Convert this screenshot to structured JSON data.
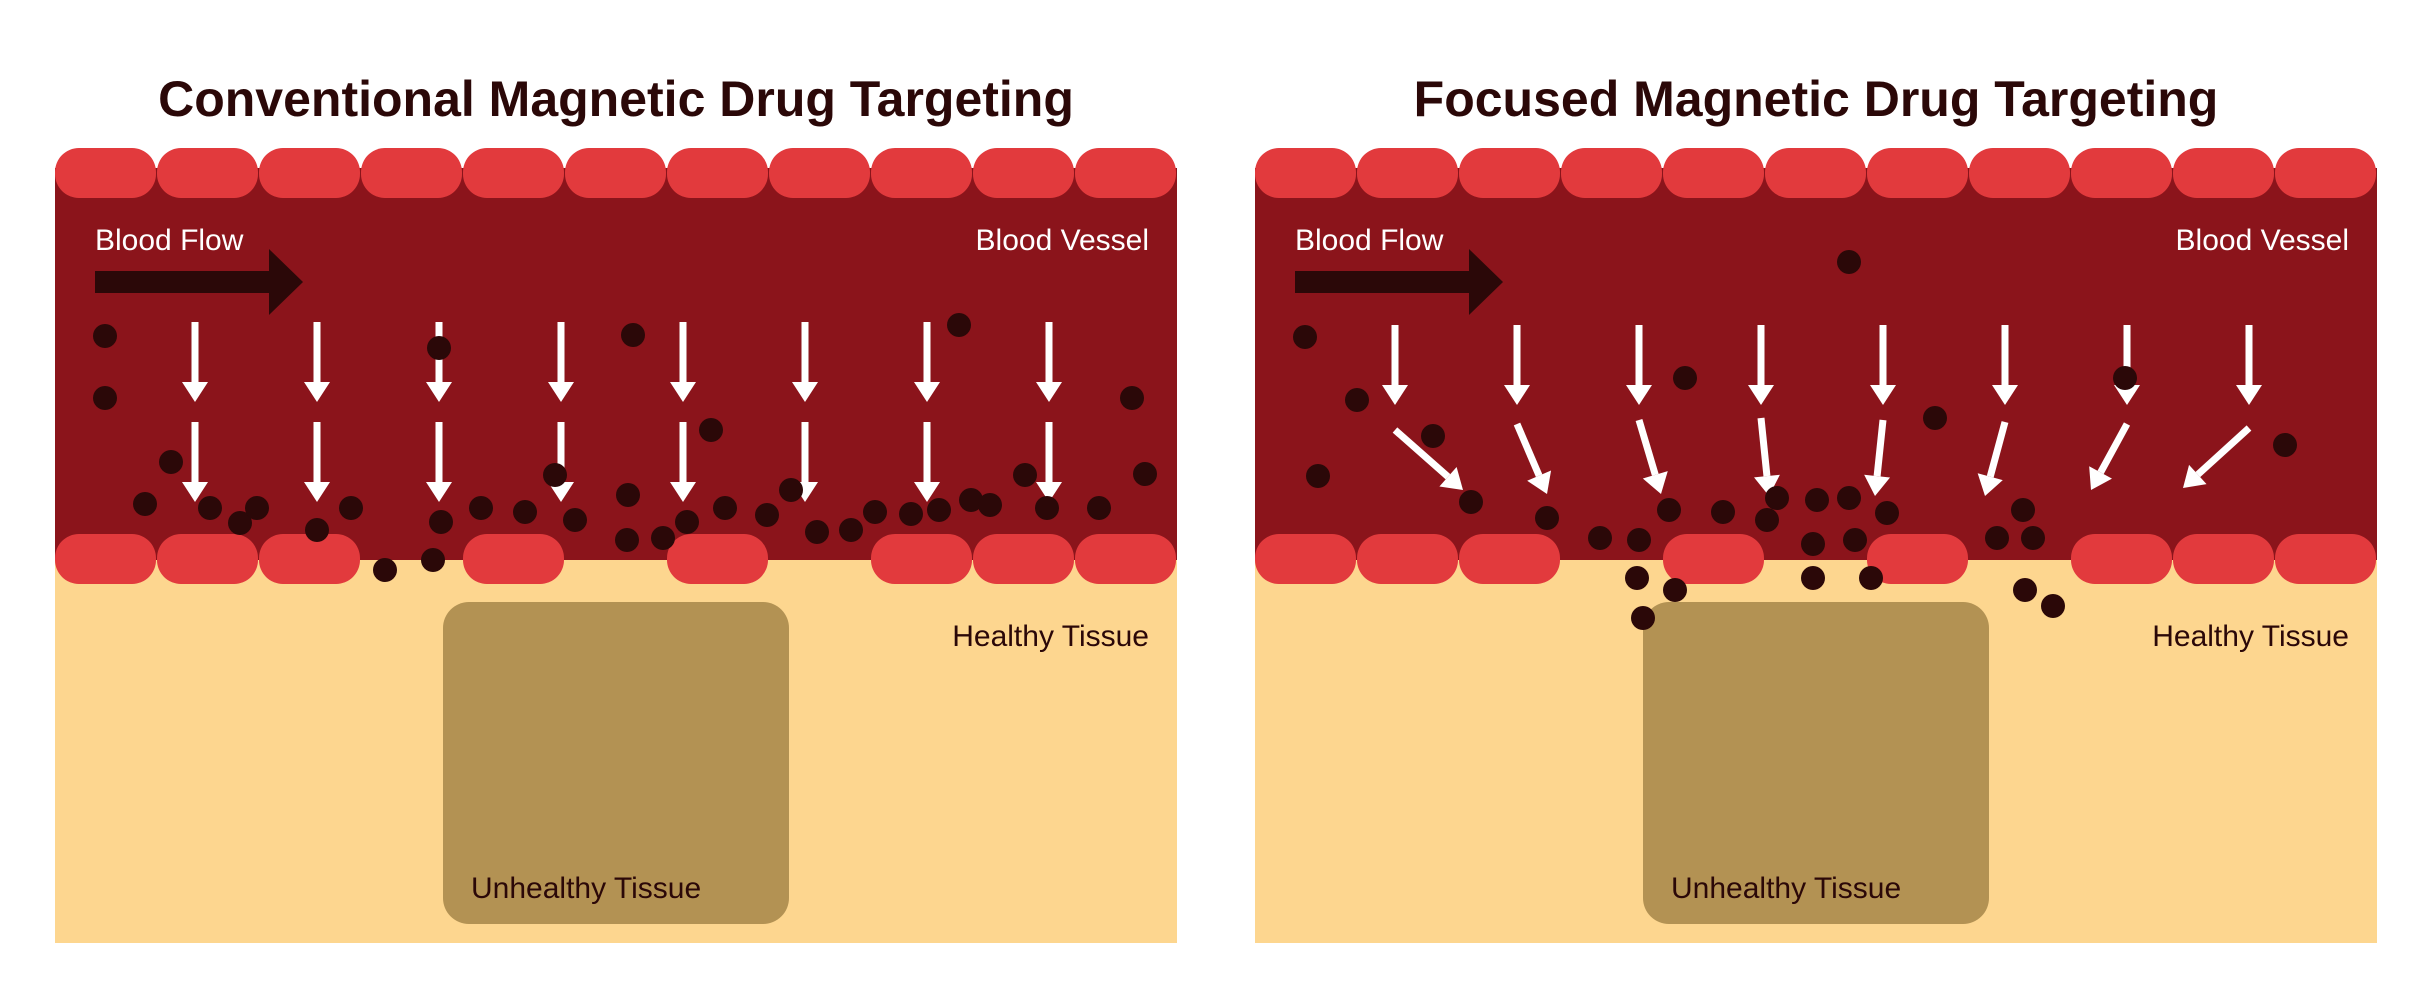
{
  "colors": {
    "background": "#ffffff",
    "vessel": "#8b141b",
    "cell": "#e23a3d",
    "healthy_tissue": "#fdd68f",
    "unhealthy_tissue": "#b39253",
    "particle": "#2b0808",
    "flow_arrow": "#2b0808",
    "magnetic_arrow": "#ffffff",
    "title_text": "#2b0808",
    "dark_label": "#2b0808",
    "light_label": "#ffffff"
  },
  "icons": {
    "blood_flow": "right-arrow-icon",
    "magnetic_force": "down-arrow-icon",
    "nanoparticle": "dot-icon",
    "blood_cell": "rounded-rect-icon"
  },
  "panels": [
    {
      "title": "Conventional Magnetic Drug Targeting",
      "labels": {
        "blood_flow": "Blood Flow",
        "blood_vessel": "Blood Vessel",
        "healthy_tissue": "Healthy Tissue",
        "unhealthy_tissue": "Unhealthy Tissue"
      }
    },
    {
      "title": "Focused Magnetic Drug Targeting",
      "labels": {
        "blood_flow": "Blood Flow",
        "blood_vessel": "Blood Vessel",
        "healthy_tissue": "Healthy Tissue",
        "unhealthy_tissue": "Unhealthy Tissue"
      }
    }
  ]
}
